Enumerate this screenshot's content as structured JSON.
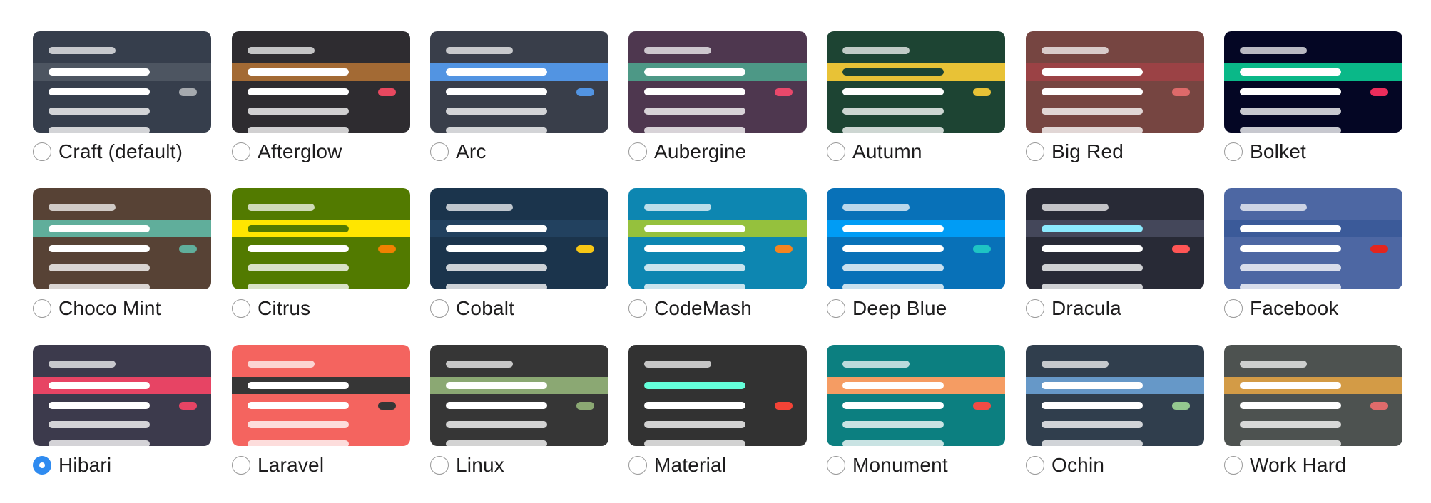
{
  "themes": [
    {
      "name": "Craft (default)",
      "bg": "#363e4c",
      "band": "#4d5561",
      "hl": "#ffffff",
      "pill": "#a5a9ae",
      "selected": false
    },
    {
      "name": "Afterglow",
      "bg": "#2e2c30",
      "band": "#a36a34",
      "hl": "#ffffff",
      "pill": "#e8485f",
      "selected": false
    },
    {
      "name": "Arc",
      "bg": "#393e4a",
      "band": "#5294e2",
      "hl": "#ffffff",
      "pill": "#5294e2",
      "selected": false
    },
    {
      "name": "Aubergine",
      "bg": "#4e374f",
      "band": "#4d9886",
      "hl": "#ffffff",
      "pill": "#e9486b",
      "selected": false
    },
    {
      "name": "Autumn",
      "bg": "#1d4433",
      "band": "#e8c236",
      "hl": "#1d4433",
      "pill": "#e8c236",
      "selected": false
    },
    {
      "name": "Big Red",
      "bg": "#764541",
      "band": "#9b4245",
      "hl": "#ffffff",
      "pill": "#dd6a6a",
      "selected": false
    },
    {
      "name": "Bolket",
      "bg": "#040624",
      "band": "#0ab888",
      "hl": "#ffffff",
      "pill": "#eb2d5b",
      "selected": false
    },
    {
      "name": "Choco Mint",
      "bg": "#574235",
      "band": "#60ae9b",
      "hl": "#ffffff",
      "pill": "#60ae9b",
      "selected": false
    },
    {
      "name": "Citrus",
      "bg": "#527a00",
      "band": "#ffe600",
      "hl": "#527a00",
      "pill": "#f08100",
      "selected": false
    },
    {
      "name": "Cobalt",
      "bg": "#1b344c",
      "band": "#22415f",
      "hl": "#ffffff",
      "pill": "#f7c615",
      "selected": false
    },
    {
      "name": "CodeMash",
      "bg": "#0d86b1",
      "band": "#95c13d",
      "hl": "#ffffff",
      "pill": "#f4841f",
      "selected": false
    },
    {
      "name": "Deep Blue",
      "bg": "#0871b8",
      "band": "#009cf5",
      "hl": "#ffffff",
      "pill": "#1ec4c4",
      "selected": false
    },
    {
      "name": "Dracula",
      "bg": "#282a36",
      "band": "#44475a",
      "hl": "#8be9fd",
      "pill": "#ff5555",
      "selected": false
    },
    {
      "name": "Facebook",
      "bg": "#4d67a3",
      "band": "#3b5a99",
      "hl": "#ffffff",
      "pill": "#e2251e",
      "selected": false
    },
    {
      "name": "Hibari",
      "bg": "#3c3a4c",
      "band": "#e74464",
      "hl": "#ffffff",
      "pill": "#e74464",
      "selected": true
    },
    {
      "name": "Laravel",
      "bg": "#f4645f",
      "band": "#363636",
      "hl": "#ffffff",
      "pill": "#363636",
      "selected": false
    },
    {
      "name": "Linux",
      "bg": "#363636",
      "band": "#8ba873",
      "hl": "#ffffff",
      "pill": "#8ba873",
      "selected": false
    },
    {
      "name": "Material",
      "bg": "#323232",
      "band": "#323232",
      "hl": "#64ffda",
      "pill": "#f44336",
      "selected": false
    },
    {
      "name": "Monument",
      "bg": "#0c7f80",
      "band": "#f59c63",
      "hl": "#ffffff",
      "pill": "#f24b44",
      "selected": false
    },
    {
      "name": "Ochin",
      "bg": "#303e4d",
      "band": "#6698c8",
      "hl": "#ffffff",
      "pill": "#94c88f",
      "selected": false
    },
    {
      "name": "Work Hard",
      "bg": "#4d5250",
      "band": "#d39b46",
      "hl": "#ffffff",
      "pill": "#e06b6b",
      "selected": false
    }
  ]
}
